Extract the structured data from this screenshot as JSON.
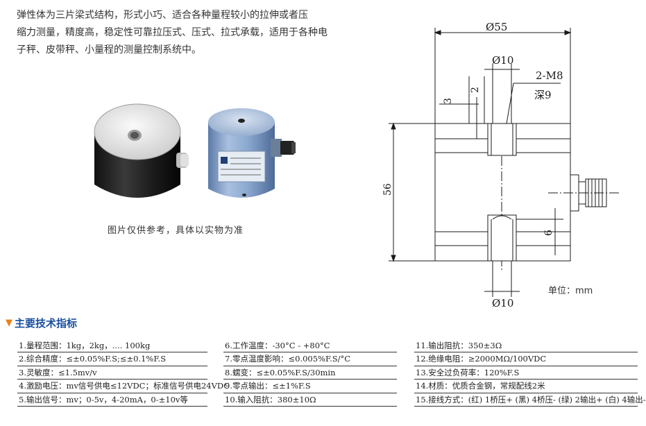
{
  "description": {
    "lines": [
      "弹性体为三片梁式结构，形式小巧、适合各种量程较小的拉伸或者压",
      "缩力测量，精度高，稳定性可靠拉压式、压式、拉式承载，适用于各种电",
      "子秤、皮带秤、小量程的测量控制系统中。"
    ]
  },
  "photo_caption": "图片仅供参考，具体以实物为准",
  "drawing": {
    "outer_diameter": "Ø55",
    "top_hole_diameter": "Ø10",
    "bottom_hole_diameter": "Ø10",
    "thread_label": "2-M8",
    "depth_label": "深9",
    "height": "56",
    "dim_2": "2",
    "dim_3": "3",
    "dim_6": "6",
    "unit_label": "单位：mm"
  },
  "section": {
    "title": "主要技术指标"
  },
  "specs": {
    "col1": [
      "1.量程范围：1kg，2kg，.... 100kg",
      "2.综合精度：≤±0.05%F.S;≤±0.1%F.S",
      "3.灵敏度：≤1.5mv/v",
      "4.激励电压：mv信号供电≤12VDC；标准信号供电24VDC",
      "5.输出信号：mv；0-5v，4-20mA，0-±10v等"
    ],
    "col2": [
      "6.工作温度：-30°C - +80°C",
      "7.零点温度影响：≤0.005%F.S/°C",
      "8.蠕变：≤±0.05%F.S/30min",
      "9.零点输出：≤±1%F.S",
      "10.输入阻抗：380±10Ω"
    ],
    "col3": [
      "11.输出阻抗：350±3Ω",
      "12.绝缘电阻：≥2000MΩ/100VDC",
      "13.安全过负荷率：120%F.S",
      "14.材质：优质合金钢，常规配线2米",
      "15.接线方式：(红) 1桥压+ (黑) 4桥压- (绿) 2输出+ (白) 4输出-"
    ]
  },
  "colors": {
    "title_blue": "#1a4fa0",
    "triangle_orange": "#e8811a",
    "sensor_blue": "#8aa8cf"
  }
}
